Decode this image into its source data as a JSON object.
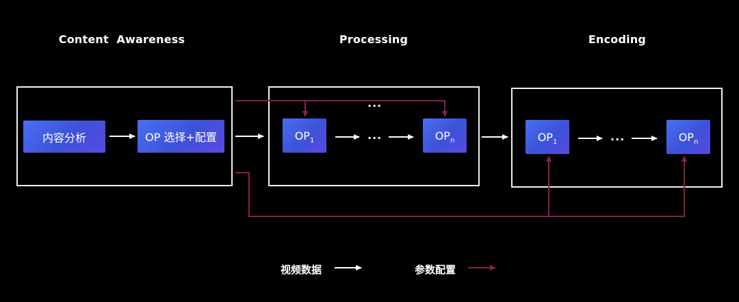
{
  "stages": {
    "content_awareness": "Content  Awareness",
    "processing": "Processing",
    "encoding": "Encoding"
  },
  "nodes": {
    "content_analysis": "内容分析",
    "op_select": "OP 选择+配置",
    "proc_op1": {
      "base": "OP",
      "sub": "1"
    },
    "proc_opn": {
      "base": "OP",
      "sub": "n"
    },
    "enc_op1": {
      "base": "OP",
      "sub": "1"
    },
    "enc_opn": {
      "base": "OP",
      "sub": "n"
    }
  },
  "ellipsis": "...",
  "legend": {
    "video_data": "视频数据",
    "param_config": "参数配置"
  },
  "colors": {
    "background": "#000000",
    "data_arrow": "#ffffff",
    "param_arrow": "#8b1d55",
    "node_fill": "#4257e0"
  }
}
